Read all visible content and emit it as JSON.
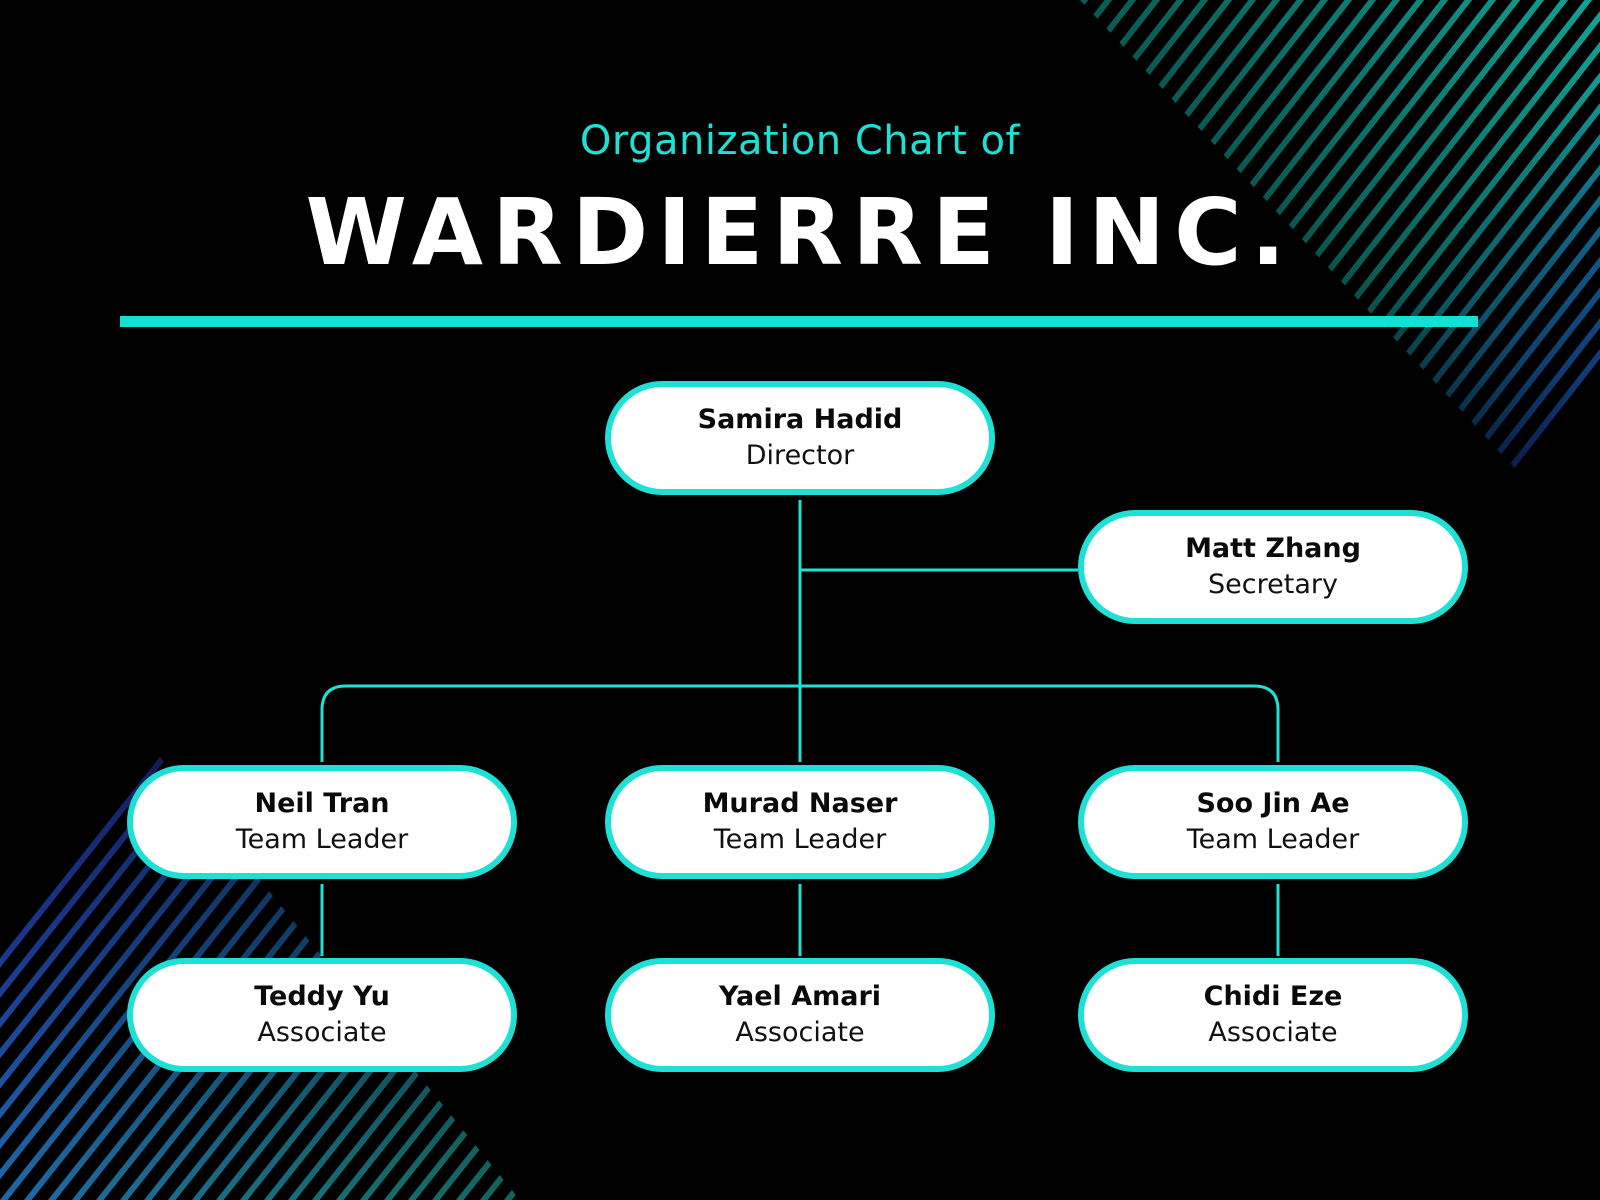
{
  "header": {
    "subtitle": "Organization Chart of",
    "title": "WARDIERRE INC."
  },
  "nodes": {
    "director": {
      "name": "Samira Hadid",
      "role": "Director"
    },
    "secretary": {
      "name": "Matt Zhang",
      "role": "Secretary"
    },
    "leader_1": {
      "name": "Neil Tran",
      "role": "Team Leader"
    },
    "leader_2": {
      "name": "Murad Naser",
      "role": "Team Leader"
    },
    "leader_3": {
      "name": "Soo Jin Ae",
      "role": "Team Leader"
    },
    "associate_1": {
      "name": "Teddy Yu",
      "role": "Associate"
    },
    "associate_2": {
      "name": "Yael Amari",
      "role": "Associate"
    },
    "associate_3": {
      "name": "Chidi Eze",
      "role": "Associate"
    }
  },
  "colors": {
    "background": "#000000",
    "accent": "#1FE0D4",
    "node_fill": "#FFFFFF",
    "text_dark": "#0A0A0A",
    "stripe_teal": "#129A8E",
    "stripe_blue": "#2B2FD0"
  }
}
